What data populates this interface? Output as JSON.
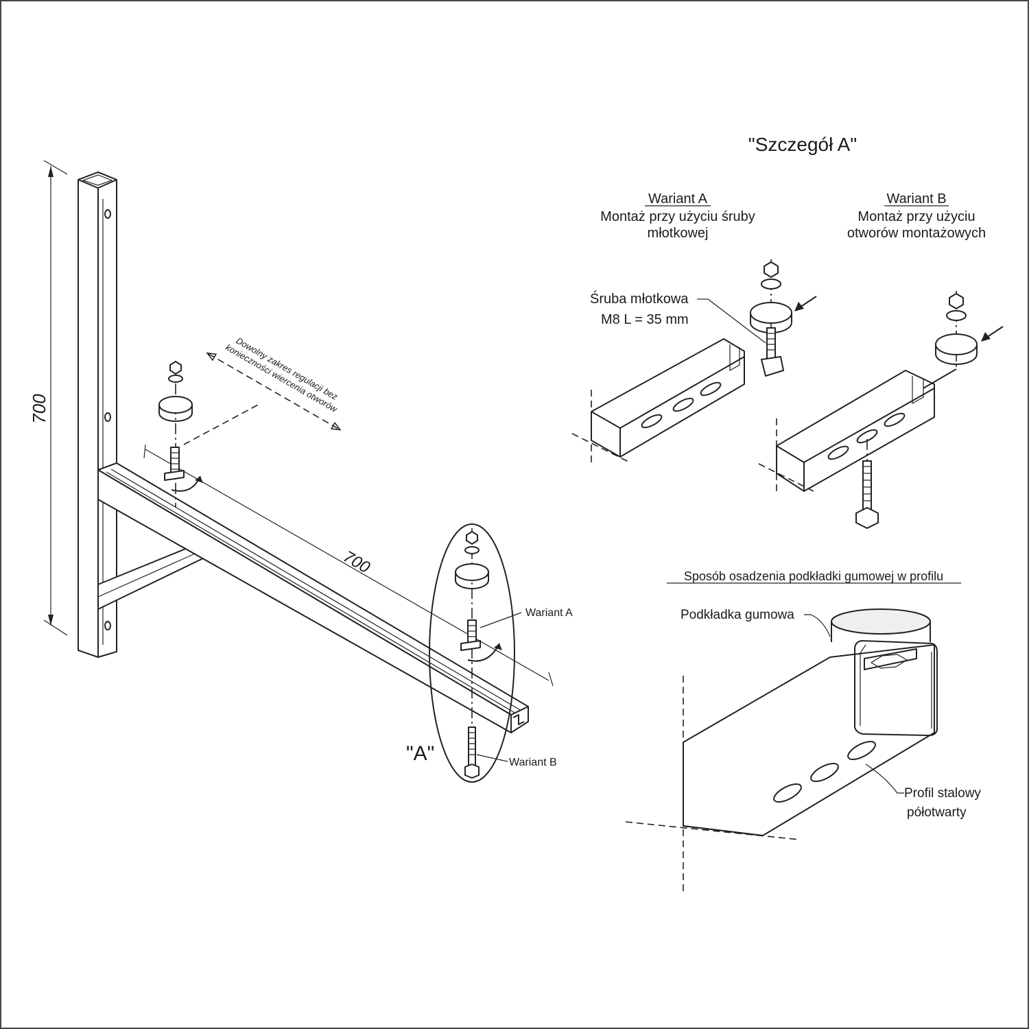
{
  "drawing": {
    "dim_vertical": "700",
    "dim_horizontal": "700",
    "adjust_note_line1": "Dowolny zakres regulacji bez",
    "adjust_note_line2": "konieczności wiercenia otworów",
    "detail_marker": "\"A\"",
    "callout_variant_a": "Wariant A",
    "callout_variant_b": "Wariant B"
  },
  "detail": {
    "title": "\"Szczegół A\"",
    "variant_a": {
      "heading": "Wariant A",
      "desc_line1": "Montaż przy użyciu śruby",
      "desc_line2": "młotkowej",
      "bolt_label_line1": "Śruba młotkowa",
      "bolt_label_line2": "M8 L = 35 mm"
    },
    "variant_b": {
      "heading": "Wariant B",
      "desc_line1": "Montaż przy użyciu",
      "desc_line2": "otworów montażowych"
    }
  },
  "pad_section": {
    "heading": "Sposób osadzenia podkładki gumowej w profilu",
    "pad_label": "Podkładka gumowa",
    "profile_label_line1": "Profil stalowy",
    "profile_label_line2": "półotwarty"
  }
}
